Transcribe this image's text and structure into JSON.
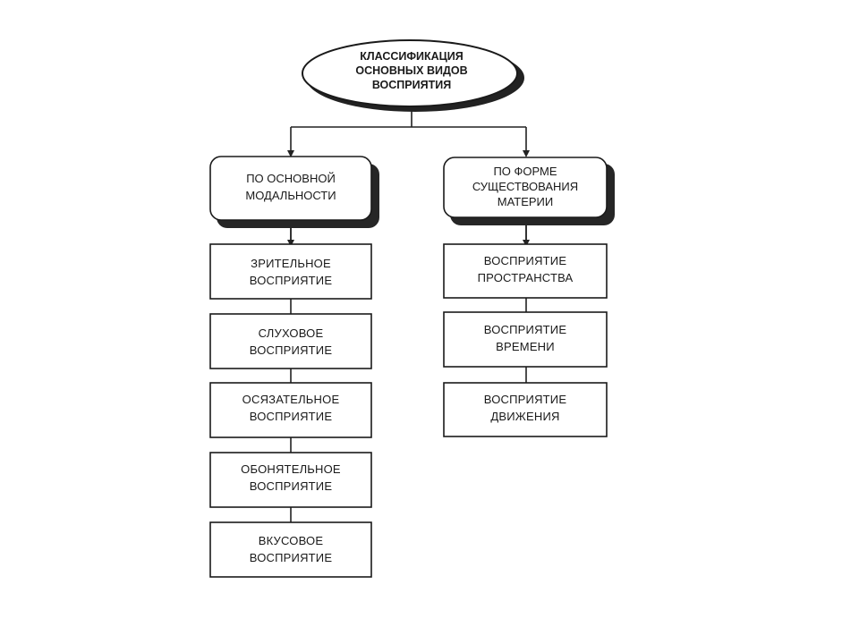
{
  "root": {
    "lines": [
      "КЛАССИФИКАЦИЯ",
      "ОСНОВНЫХ ВИДОВ",
      "ВОСПРИЯТИЯ"
    ]
  },
  "categories": [
    {
      "lines": [
        "ПО ОСНОВНОЙ",
        "МОДАЛЬНОСТИ"
      ],
      "items": [
        {
          "lines": [
            "ЗРИТЕЛЬНОЕ",
            "ВОСПРИЯТИЕ"
          ]
        },
        {
          "lines": [
            "СЛУХОВОЕ",
            "ВОСПРИЯТИЕ"
          ]
        },
        {
          "lines": [
            "ОСЯЗАТЕЛЬНОЕ",
            "ВОСПРИЯТИЕ"
          ]
        },
        {
          "lines": [
            "ОБОНЯТЕЛЬНОЕ",
            "ВОСПРИЯТИЕ"
          ]
        },
        {
          "lines": [
            "ВКУСОВОЕ",
            "ВОСПРИЯТИЕ"
          ]
        }
      ]
    },
    {
      "lines": [
        "ПО ФОРМЕ",
        "СУЩЕСТВОВАНИЯ",
        "МАТЕРИИ"
      ],
      "items": [
        {
          "lines": [
            "ВОСПРИЯТИЕ",
            "ПРОСТРАНСТВА"
          ]
        },
        {
          "lines": [
            "ВОСПРИЯТИЕ",
            "ВРЕМЕНИ"
          ]
        },
        {
          "lines": [
            "ВОСПРИЯТИЕ",
            "ДВИЖЕНИЯ"
          ]
        }
      ]
    }
  ]
}
